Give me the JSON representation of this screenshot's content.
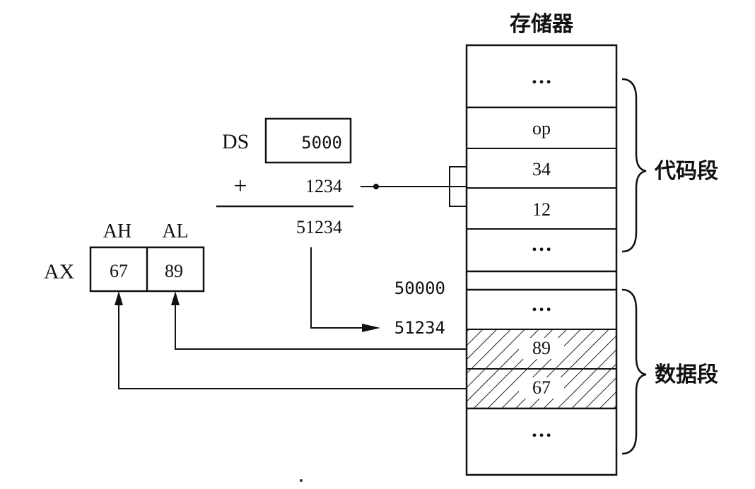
{
  "memory": {
    "title": "存储器",
    "cells": {
      "top_dots": "…",
      "op": "op",
      "b34": "34",
      "b12": "12",
      "code_dots": "…",
      "data_dots": "…",
      "b89": "89",
      "b67": "67",
      "bottom_dots": "…"
    },
    "addr_50000": "50000",
    "addr_51234": "51234",
    "code_segment_label": "代码段",
    "data_segment_label": "数据段"
  },
  "calc": {
    "ds_label": "DS",
    "ds_value": "5000",
    "plus": "+",
    "offset": "1234",
    "result": "51234"
  },
  "register": {
    "ax_label": "AX",
    "ah_label": "AH",
    "al_label": "AL",
    "ah_value": "67",
    "al_value": "89"
  }
}
